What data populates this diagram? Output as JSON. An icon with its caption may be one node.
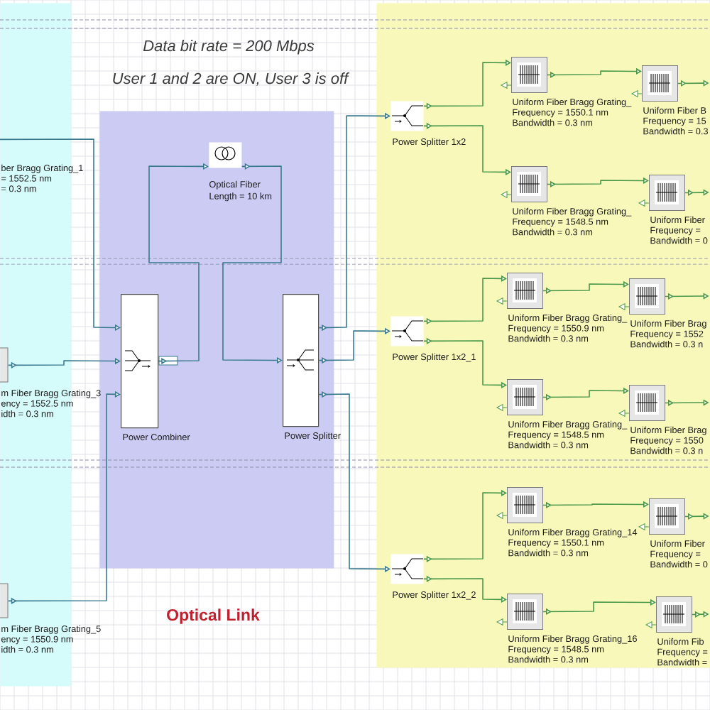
{
  "diagram": {
    "nodes": [
      {
        "text": [],
        "shape": "box"
      },
      {
        "text": [
          "m Fiber Bragg Grating_3",
          "ency = 1552.5 nm",
          "idth = 0.3 nm"
        ],
        "in": 0
      },
      {
        "text": [
          "m Fiber Bragg Grating_5",
          "ency = 1550.9 nm",
          "idth = 0.3 nm"
        ],
        "in": 0
      },
      {
        "text": [
          "Optical Link"
        ]
      },
      {
        "text": [
          "Optical Fiber",
          "Length = 10 km"
        ],
        "in": 3
      },
      {
        "text": [
          "Power Combiner"
        ],
        "in": 3
      },
      {
        "text": [
          "Power Splitter"
        ],
        "in": 3
      },
      {
        "text": [],
        "shape": "box"
      },
      {
        "text": [
          "Power Splitter 1x2"
        ],
        "in": 7
      },
      {
        "text": [
          "Uniform Fiber Bragg Grating_",
          "Frequency = 1550.1 nm",
          "Bandwidth = 0.3 nm"
        ],
        "in": 7
      },
      {
        "text": [
          "Uniform Fiber B",
          "Frequency = 15",
          "Bandwidth = 0.3"
        ],
        "in": 7
      },
      {
        "text": [
          "Uniform Fiber Bragg Grating_",
          "Frequency = 1548.5 nm",
          "Bandwidth = 0.3 nm"
        ],
        "in": 7
      },
      {
        "text": [
          "Uniform Fiber",
          "Frequency =",
          "Bandwidth = 0"
        ],
        "in": 7
      },
      {
        "text": [
          "Power Splitter 1x2_1"
        ],
        "in": 7
      },
      {
        "text": [
          "Uniform Fiber Bragg Grating_",
          "Frequency = 1550.9 nm",
          "Bandwidth = 0.3 nm"
        ],
        "in": 7
      },
      {
        "text": [
          "Uniform Fiber Brag",
          "Frequency = 1552",
          "Bandwidth = 0.3 n"
        ],
        "in": 7
      },
      {
        "text": [
          "Uniform Fiber Bragg Grating_",
          "Frequency = 1548.5 nm",
          "Bandwidth = 0.3 nm"
        ],
        "in": 7
      },
      {
        "text": [
          "Uniform Fiber Brag",
          "Frequency = 1550",
          "Bandwidth = 0.3 n"
        ],
        "in": 7
      },
      {
        "text": [
          "Power Splitter 1x2_2"
        ],
        "in": 7
      },
      {
        "text": [
          "Uniform Fiber Bragg Grating_14",
          "Frequency = 1550.1 nm",
          "Bandwidth = 0.3 nm"
        ],
        "in": 7
      },
      {
        "text": [
          "Uniform Fiber",
          "Frequency =",
          "Bandwidth = 0"
        ],
        "in": 7
      },
      {
        "text": [
          "Uniform Fiber Bragg Grating_16",
          "Frequency = 1548.5 nm",
          "Bandwidth = 0.3 nm"
        ],
        "in": 7
      },
      {
        "text": [
          "Uniform Fib",
          "Frequency =",
          "Bandwidth ="
        ],
        "in": 7
      }
    ],
    "edges": [
      {
        "from": 0,
        "to": 5,
        "arrow": "to",
        "color": "#3a7a90"
      },
      {
        "from": 1,
        "to": 5,
        "arrow": "to",
        "color": "#3a7a90"
      },
      {
        "from": 2,
        "to": 5,
        "arrow": "to",
        "color": "#3a7a90"
      },
      {
        "from": 5,
        "to": 4,
        "arrow": "to",
        "color": "#3a7a90"
      },
      {
        "from": 4,
        "to": 6,
        "arrow": "to",
        "color": "#3a7a90"
      },
      {
        "from": 6,
        "to": 8,
        "arrow": "to",
        "color": "#3a7a90"
      },
      {
        "from": 6,
        "to": 13,
        "arrow": "to",
        "color": "#3a7a90"
      },
      {
        "from": 6,
        "to": 18,
        "arrow": "to",
        "color": "#3a7a90"
      },
      {
        "from": 8,
        "to": 9,
        "arrow": "to"
      },
      {
        "from": 8,
        "to": 11,
        "arrow": "to"
      },
      {
        "from": 9,
        "to": 10,
        "arrow": "to"
      },
      {
        "from": 11,
        "to": 12,
        "arrow": "to"
      },
      {
        "from": 13,
        "to": 14,
        "arrow": "to"
      },
      {
        "from": 13,
        "to": 16,
        "arrow": "to"
      },
      {
        "from": 14,
        "to": 15,
        "arrow": "to"
      },
      {
        "from": 16,
        "to": 17,
        "arrow": "to"
      },
      {
        "from": 18,
        "to": 19,
        "arrow": "to"
      },
      {
        "from": 18,
        "to": 21,
        "arrow": "to"
      },
      {
        "from": 19,
        "to": 20,
        "arrow": "to"
      },
      {
        "from": 21,
        "to": 22,
        "arrow": "to"
      },
      {
        "from": 10,
        "to": null,
        "arrow": "to"
      },
      {
        "from": 12,
        "to": null,
        "arrow": "to"
      },
      {
        "from": 15,
        "to": null,
        "arrow": "to"
      },
      {
        "from": 17,
        "to": null,
        "arrow": "to"
      },
      {
        "from": 20,
        "to": null,
        "arrow": "to"
      },
      {
        "from": 22,
        "to": null,
        "arrow": "to"
      }
    ],
    "labels": [
      "Data bit rate = 200 Mbps",
      "User 1 and 2 are ON, User 3 is off",
      "ber Bragg Grating_1",
      "= 1552.5 nm",
      "= 0.3 nm"
    ]
  }
}
